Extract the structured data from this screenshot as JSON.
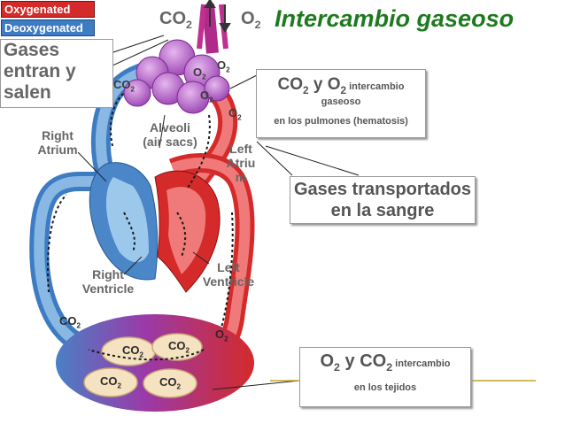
{
  "legend": {
    "oxygenated": "Oxygenated",
    "deoxygenated": "Deoxygenated"
  },
  "title": "Intercambio gaseoso",
  "top_gases": {
    "co2": "CO",
    "co2_sub": "2",
    "o2": "O",
    "o2_sub": "2"
  },
  "gases_box": {
    "line1": "Gases",
    "line2": "entran y",
    "line3": "salen"
  },
  "alveoli": {
    "line1": "Alveoli",
    "line2": "(air sacs)",
    "co2_main": "CO",
    "co2_sub": "2",
    "o2_main": "O",
    "o2_sub": "2"
  },
  "lung_exchange_box": {
    "co2": "CO",
    "sub1": "2",
    "y": " y O",
    "sub2": "2",
    "suffix": " intercambio",
    "line2": "gaseoso",
    "line3": "en los pulmones (hematosis)"
  },
  "transport_box": {
    "line1": "Gases transportados",
    "line2": "en la sangre"
  },
  "heart": {
    "right_atrium": [
      "Right",
      "Atrium"
    ],
    "left_atrium": [
      "Left",
      "Atriu",
      "m"
    ],
    "right_ventricle": [
      "Right",
      "Ventricle"
    ],
    "left_ventricle": [
      "Left",
      "Ventricle"
    ]
  },
  "tissues": {
    "co2_main": "CO",
    "co2_sub": "2",
    "o2_main": "O",
    "o2_sub": "2"
  },
  "tissue_exchange_box": {
    "o2": "O",
    "sub1": "2",
    "y": " y CO",
    "sub2": "2",
    "suffix": " intercambio",
    "line2": "en los tejidos"
  },
  "colors": {
    "oxygenated": "#d42a2a",
    "deoxygenated": "#3d7cc2",
    "title": "#1f7a1f"
  }
}
